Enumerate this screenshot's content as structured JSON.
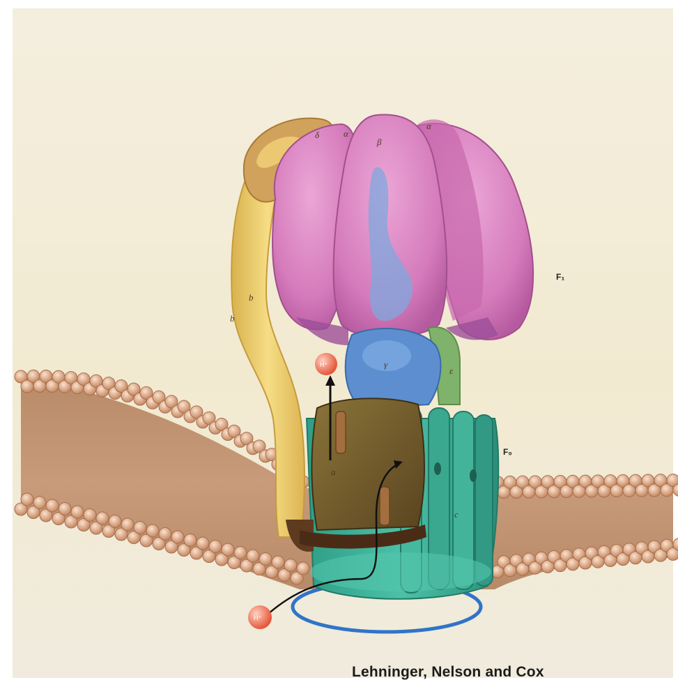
{
  "labels": {
    "delta": "δ",
    "alpha_left": "α",
    "beta": "β",
    "alpha_right": "α",
    "b_upper": "b",
    "b_lower": "b",
    "gamma": "γ",
    "epsilon": "ε",
    "f1": "F₁",
    "f0": "F₀",
    "a": "a",
    "c": "c",
    "proton_top": "H⁺",
    "proton_bottom": "H⁺"
  },
  "credit": "Lehninger, Nelson and Cox",
  "colors": {
    "background_top": "#f4eede",
    "background_bottom": "#f1ecdd",
    "f1_head": "#d77dbb",
    "peripheral_stalk": "#efcf6c",
    "delta": "#d1a25c",
    "gamma": "#5d8fd0",
    "epsilon": "#7fb26b",
    "a_subunit": "#6f5a2c",
    "c_ring": "#3eb39c",
    "membrane": "#b98c6c",
    "lipid_head": "#e3b89a",
    "proton": "#ec6a4e",
    "rotation_arrow": "#2f74c8"
  }
}
